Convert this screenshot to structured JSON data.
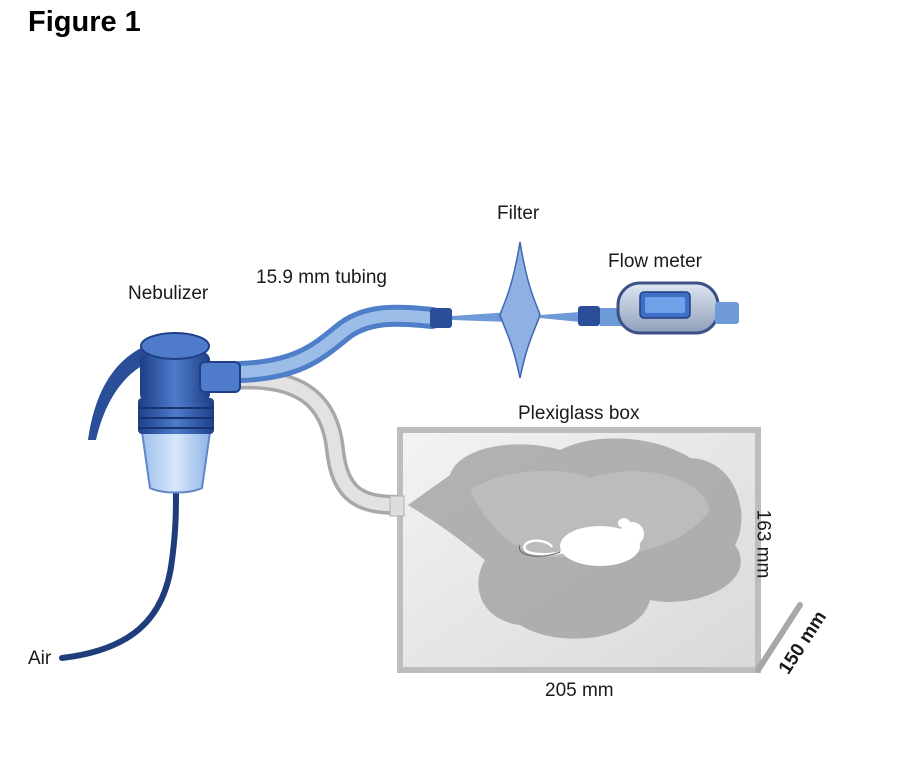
{
  "figure": {
    "title": "Figure 1"
  },
  "labels": {
    "nebulizer": "Nebulizer",
    "tubing": "15.9 mm tubing",
    "filter": "Filter",
    "flow_meter": "Flow meter",
    "box": "Plexiglass box",
    "air": "Air",
    "width": "205 mm",
    "height": "163 mm",
    "depth": "150 mm"
  },
  "colors": {
    "nebulizer_blue": "#2f5aa8",
    "tube_blue": "#6f9ad8",
    "tube_gray": "#c8c8c8",
    "air_line": "#1e3d7a",
    "box_border": "#c0c0c0",
    "aerosol": "#9c9c9c"
  }
}
